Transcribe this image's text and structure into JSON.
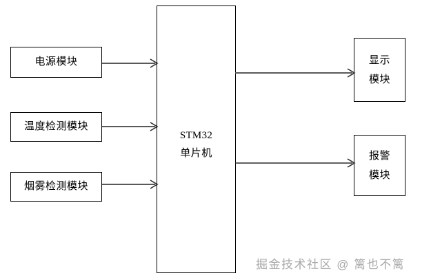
{
  "diagram": {
    "type": "block-diagram",
    "background_color": "#ffffff",
    "line_color": "#000000",
    "arrow_color": "#595959",
    "nodes": {
      "power_module": {
        "label": "电源模块"
      },
      "temperature_module": {
        "label": "温度检测模块"
      },
      "smoke_module": {
        "label": "烟雾检测模块"
      },
      "mcu": {
        "label_line1": "STM32",
        "label_line2": "单片机"
      },
      "display_module": {
        "label_line1": "显示",
        "label_line2": "模块"
      },
      "alarm_module": {
        "label_line1": "报警",
        "label_line2": "模块"
      }
    },
    "connections": [
      {
        "from": "power_module",
        "to": "mcu",
        "direction": "right"
      },
      {
        "from": "temperature_module",
        "to": "mcu",
        "direction": "right"
      },
      {
        "from": "smoke_module",
        "to": "mcu",
        "direction": "right"
      },
      {
        "from": "mcu",
        "to": "display_module",
        "direction": "right"
      },
      {
        "from": "mcu",
        "to": "alarm_module",
        "direction": "right"
      }
    ]
  },
  "watermark": {
    "text": "掘金技术社区 @ 篱也不篱",
    "color": "#a9a9a9"
  }
}
